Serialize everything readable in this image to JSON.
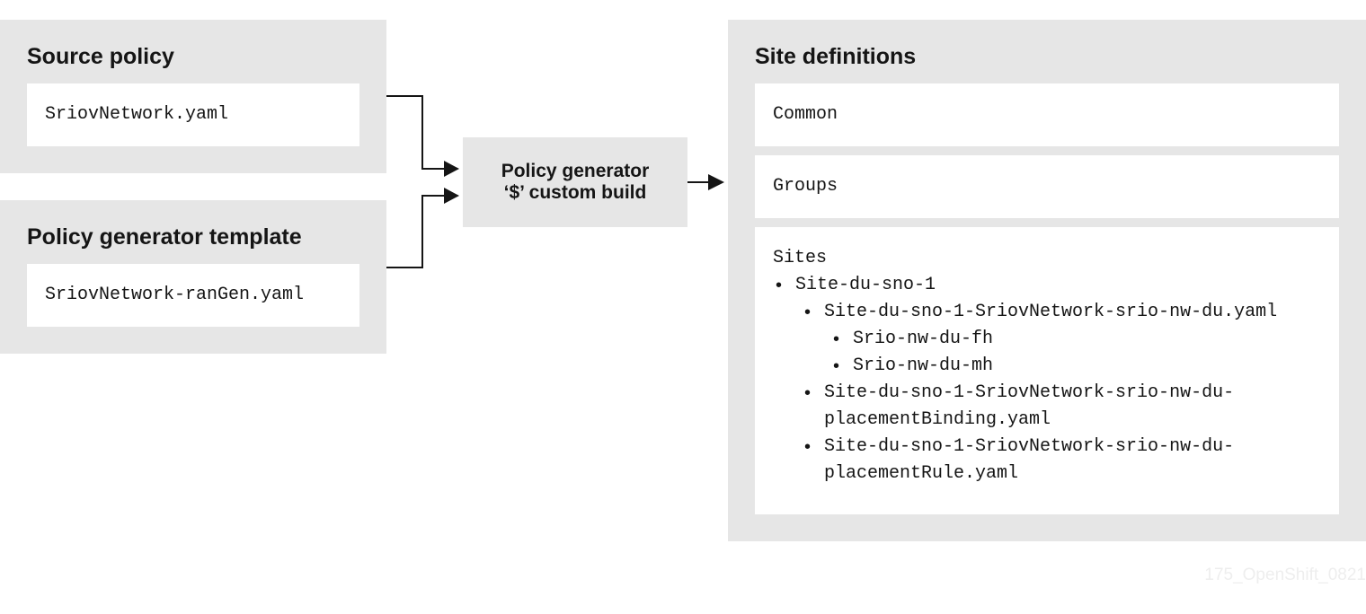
{
  "source_policy": {
    "title": "Source policy",
    "file": "SriovNetwork.yaml"
  },
  "template": {
    "title": "Policy generator template",
    "file": "SriovNetwork-ranGen.yaml"
  },
  "generator": {
    "line1": "Policy generator",
    "line2": "‘$’ custom build"
  },
  "site_definitions": {
    "title": "Site definitions",
    "common": "Common",
    "groups": "Groups",
    "sites": {
      "heading": "Sites",
      "site": "Site-du-sno-1",
      "sriov_file": "Site-du-sno-1-SriovNetwork-srio-nw-du.yaml",
      "nw_fh": "Srio-nw-du-fh",
      "nw_mh": "Srio-nw-du-mh",
      "binding_file": "Site-du-sno-1-SriovNetwork-srio-nw-du-\nplacementBinding.yaml",
      "rule_file": "Site-du-sno-1-SriovNetwork-srio-nw-du-\nplacementRule.yaml"
    }
  },
  "watermark": "175_OpenShift_0821",
  "colors": {
    "panel": "#e6e6e6",
    "card": "#ffffff",
    "text": "#151515",
    "line": "#151515"
  }
}
